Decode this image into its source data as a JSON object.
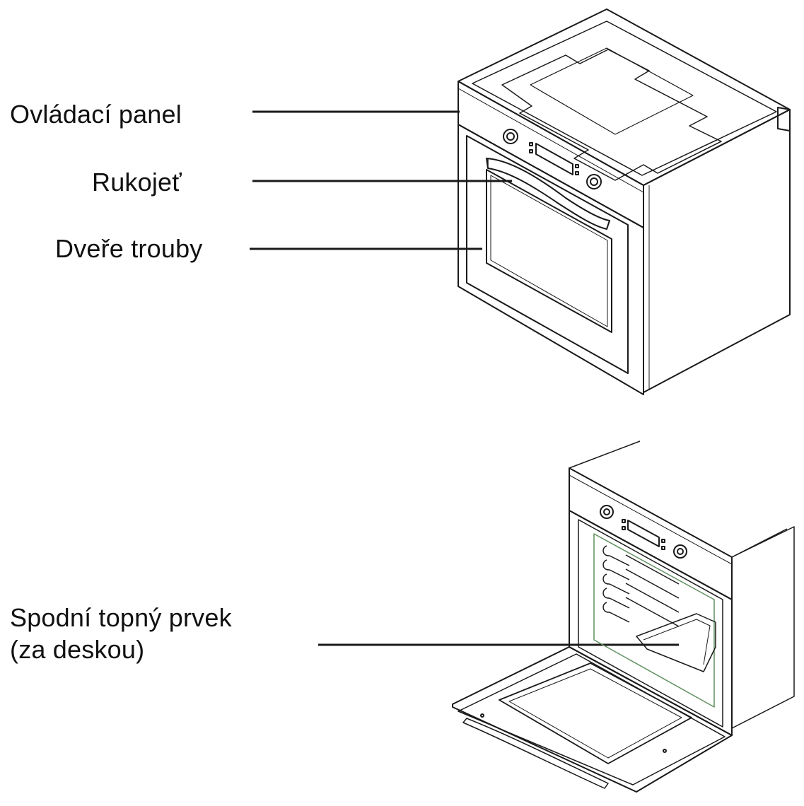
{
  "labels": {
    "control_panel": "Ovládací panel",
    "handle": "Rukojeť",
    "oven_door": "Dveře trouby",
    "bottom_heating_element_line1": "Spodní topný prvek",
    "bottom_heating_element_line2": "(za deskou)"
  },
  "colors": {
    "line": "#1a1a1a",
    "background": "#ffffff",
    "accent_green": "#5f8f5f"
  }
}
